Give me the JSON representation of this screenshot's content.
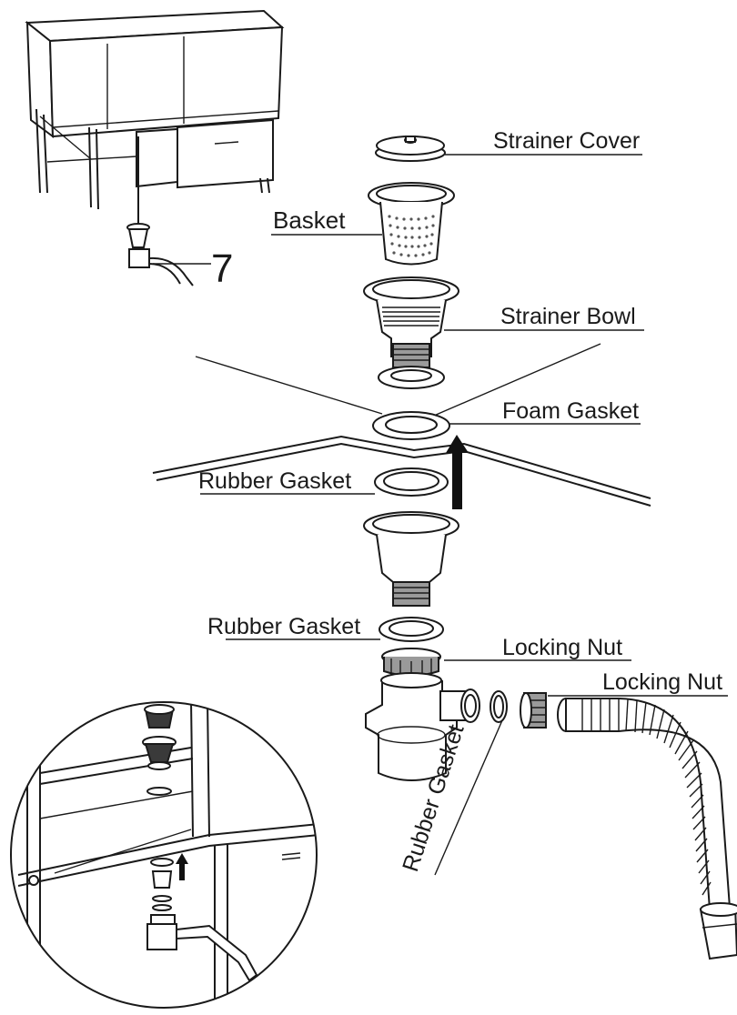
{
  "labels": {
    "strainer_cover": "Strainer Cover",
    "basket": "Basket",
    "strainer_bowl": "Strainer Bowl",
    "foam_gasket": "Foam Gasket",
    "rubber_gasket_upper": "Rubber Gasket",
    "rubber_gasket_lower": "Rubber Gasket",
    "rubber_gasket_angled": "Rubber Gasket",
    "locking_nut_1": "Locking Nut",
    "locking_nut_2": "Locking Nut",
    "callout_number": "7"
  }
}
